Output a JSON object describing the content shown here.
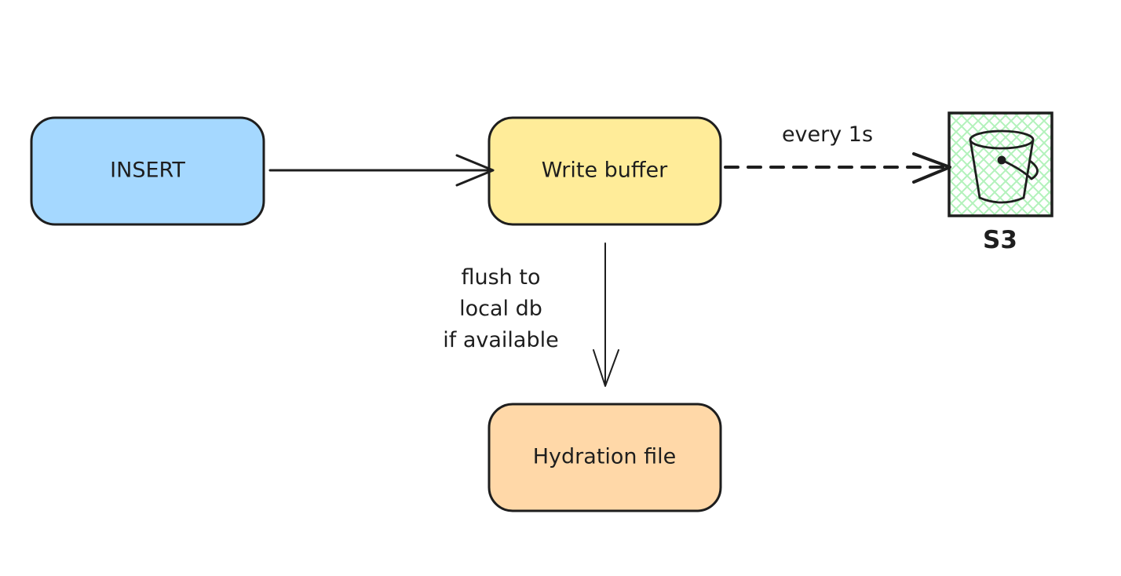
{
  "nodes": {
    "insert": {
      "label": "INSERT",
      "fill": "#a5d8ff"
    },
    "write_buffer": {
      "label": "Write buffer",
      "fill": "#ffec99"
    },
    "hydration_file": {
      "label": "Hydration file",
      "fill": "#ffd8a8"
    },
    "s3": {
      "label": "S3",
      "icon": "bucket-icon",
      "hatch": "#b2f2bb"
    }
  },
  "edges": {
    "buffer_to_s3": {
      "label": "every 1s",
      "style": "dashed"
    },
    "buffer_to_hydration": {
      "lines": [
        "flush to",
        "local db",
        "if available"
      ]
    }
  },
  "colors": {
    "stroke": "#1e1e1e",
    "background": "#ffffff"
  }
}
